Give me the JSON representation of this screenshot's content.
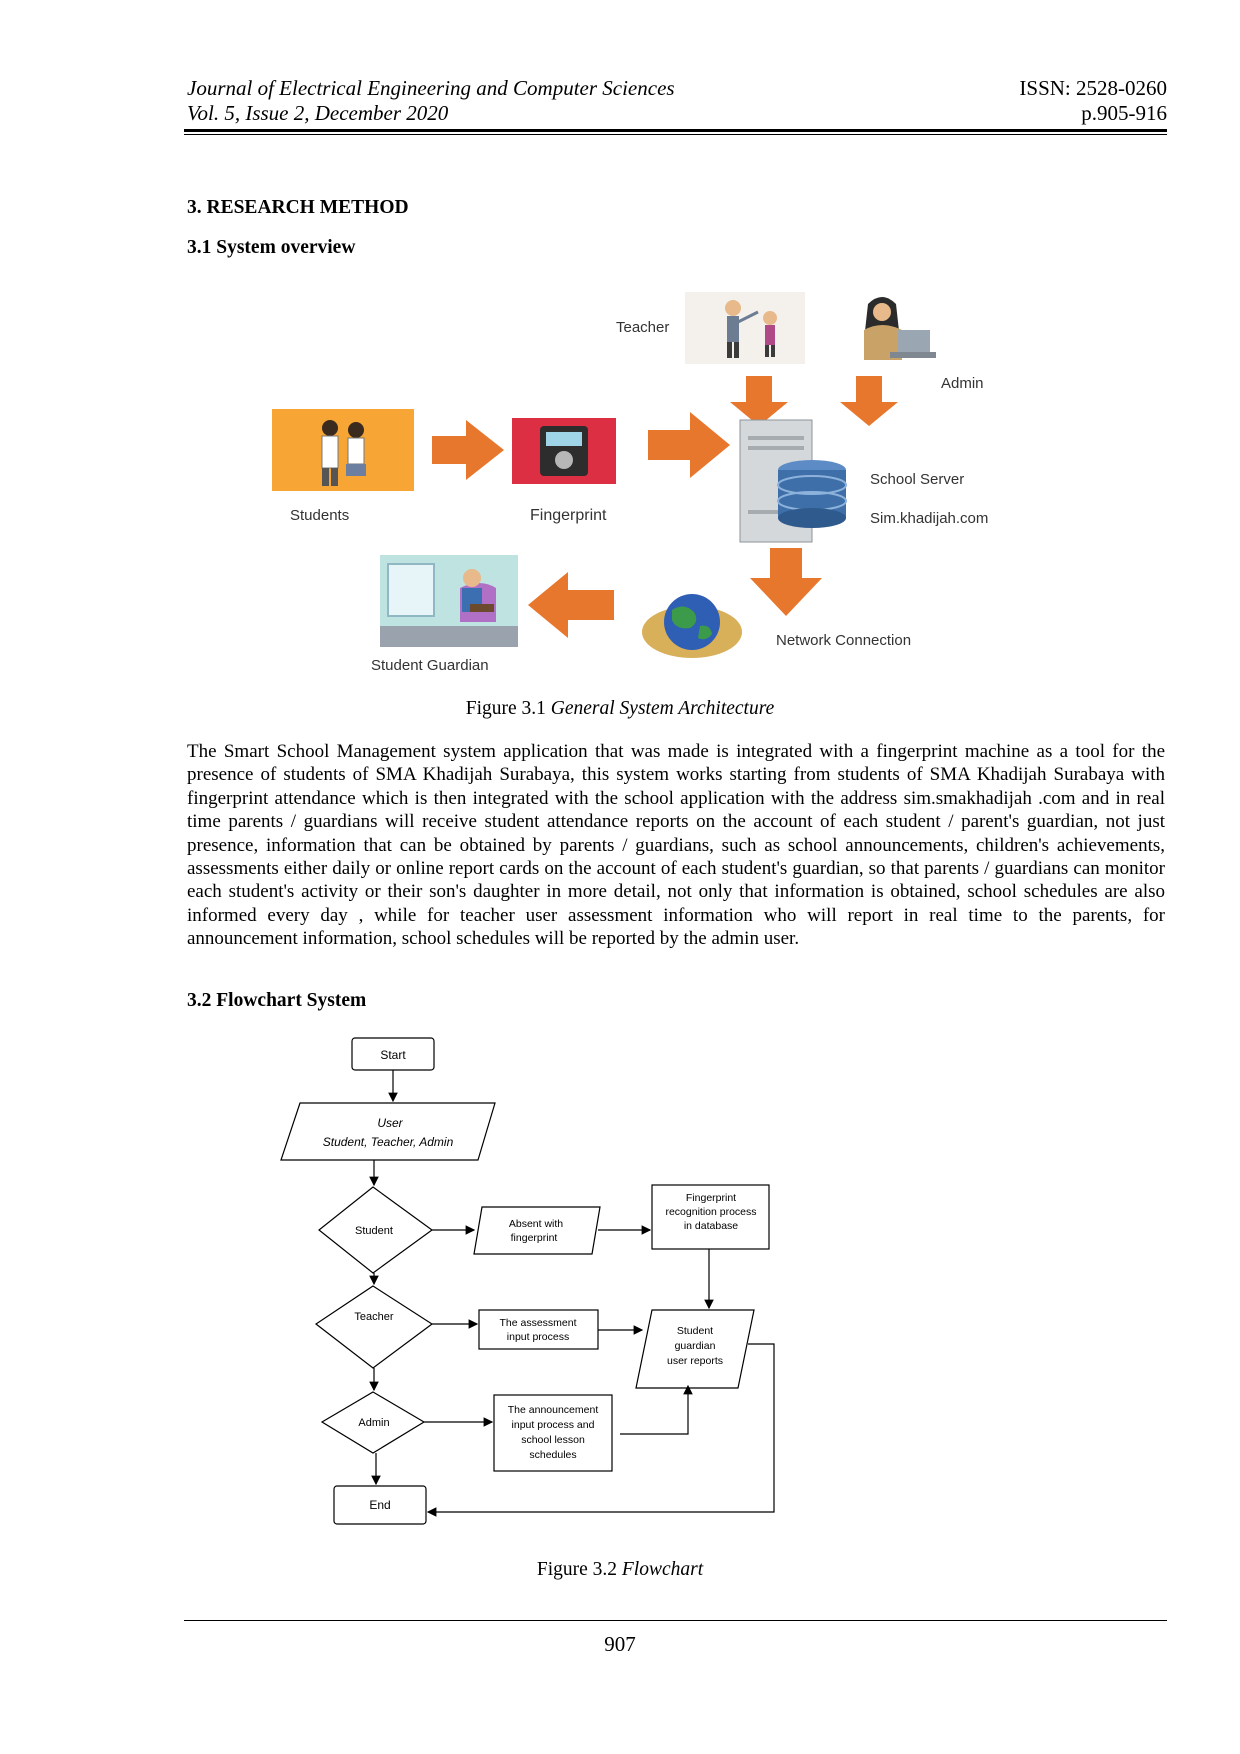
{
  "header": {
    "journal": "Journal of Electrical Engineering and Computer Sciences",
    "volume": "Vol. 5, Issue 2, December 2020",
    "issn": "ISSN: 2528-0260",
    "pages": "p.905-916"
  },
  "section_3": {
    "title": "3. RESEARCH METHOD"
  },
  "section_3_1": {
    "title": "3.1 System overview"
  },
  "figure_3_1": {
    "labels": {
      "teacher": "Teacher",
      "admin": "Admin",
      "students": "Students",
      "fingerprint": "Fingerprint",
      "school_server": "School Server",
      "server_url": "Sim.khadijah.com",
      "network": "Network Connection",
      "guardian": "Student Guardian"
    },
    "caption_prefix": "Figure 3.1",
    "caption_title": "General System Architecture"
  },
  "paragraph": "The Smart School Management system application that was made is integrated with a fingerprint machine as a tool for the presence of students of SMA Khadijah Surabaya, this system works starting from students of SMA Khadijah Surabaya with fingerprint attendance which is then integrated with the school application with the address sim.smakhadijah .com and in real time parents / guardians will receive student attendance reports on the account of each student / parent's guardian, not just presence, information that can be obtained by parents / guardians, such as school announcements, children's achievements, assessments either daily or online report cards on the account of each student's guardian, so that parents / guardians can monitor each student's activity or their son's daughter in more detail, not only that information is obtained, school schedules are also informed every day , while for teacher user assessment information who will report in real time to the parents, for announcement information, school schedules will be reported by the admin user.",
  "section_3_2": {
    "title": "3.2 Flowchart System"
  },
  "figure_3_2": {
    "start": "Start",
    "user_line1": "User",
    "user_line2": "Student, Teacher, Admin",
    "student": "Student",
    "absent_line1": "Absent with",
    "absent_line2": "fingerprint",
    "fp_line1": "Fingerprint",
    "fp_line2": "recognition process",
    "fp_line3": "in database",
    "teacher": "Teacher",
    "assess_line1": "The assessment",
    "assess_line2": "input process",
    "report_line1": "Student",
    "report_line2": "guardian",
    "report_line3": "user reports",
    "admin": "Admin",
    "announce_line1": "The announcement",
    "announce_line2": "input process and",
    "announce_line3": "school lesson",
    "announce_line4": "schedules",
    "end": "End",
    "caption_prefix": "Figure 3.2",
    "caption_title": "Flowchart"
  },
  "footer": {
    "page_number": "907"
  },
  "colors": {
    "arrow_orange": "#E8772E",
    "server_blue": "#3F6FA8"
  }
}
